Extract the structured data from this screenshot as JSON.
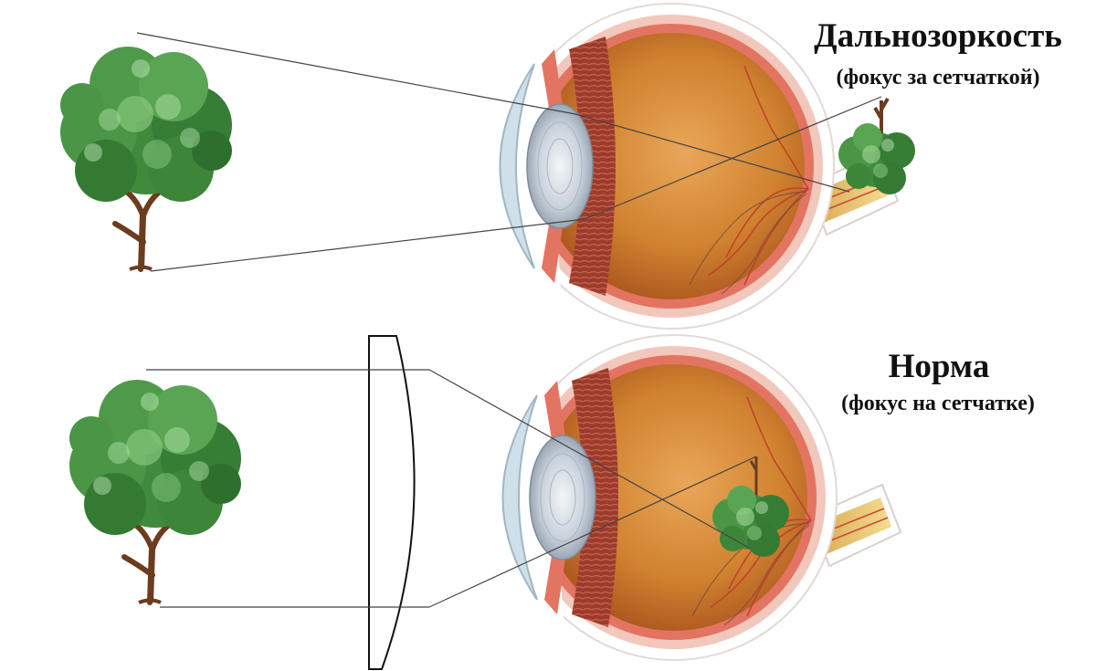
{
  "panels": {
    "top": {
      "title": "Дальнозоркость",
      "subtitle": "(фокус за сетчаткой)"
    },
    "bottom": {
      "title": "Норма",
      "subtitle": "(фокус на сетчатке)"
    }
  },
  "colors": {
    "foliage": "#3f8a3c",
    "trunk": "#6b3c1e",
    "sclera": "#f1dcd6",
    "choroid": "#e37462",
    "vitreous": "#c46f2a",
    "lens": "#c9d2dc",
    "cornea": "#cfe0ea",
    "optic_nerve": "#e7c36c",
    "ray": "#444444"
  }
}
